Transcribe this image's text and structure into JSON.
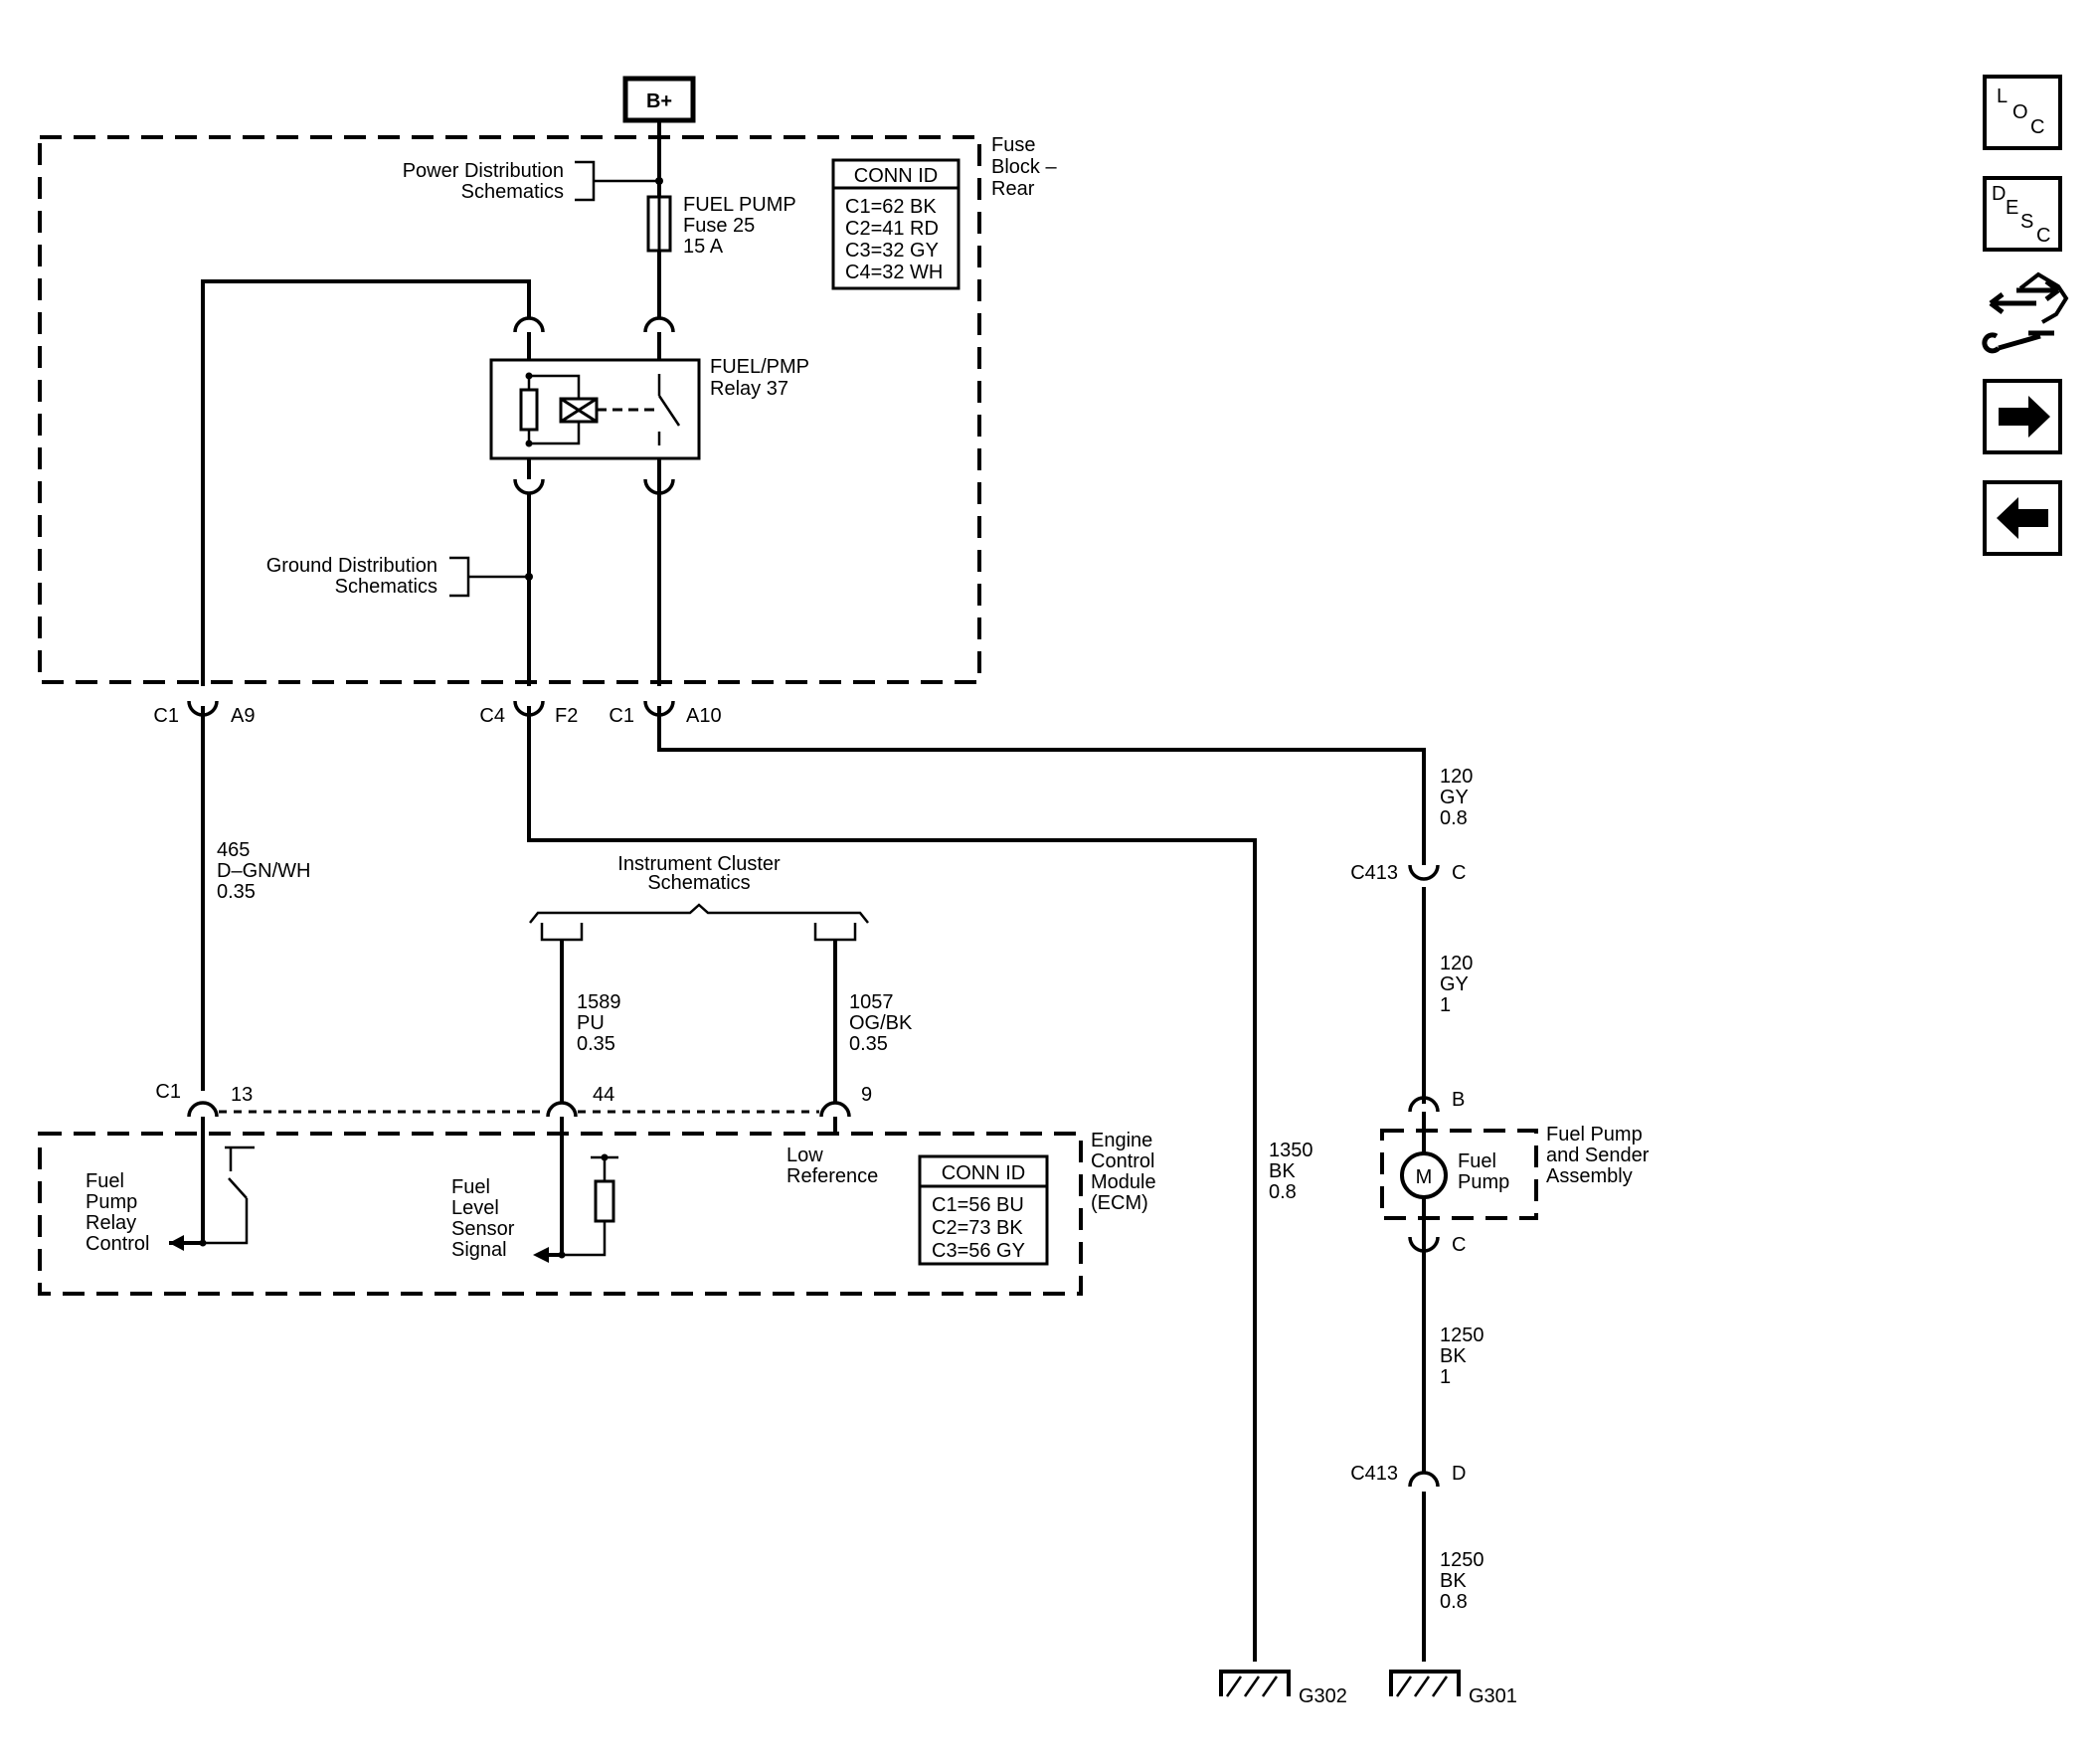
{
  "supply": {
    "bplus": "B+"
  },
  "fuse_block": {
    "title_lines": [
      "Fuse",
      "Block –",
      "Rear"
    ],
    "power_dist_lines": [
      "Power Distribution",
      "Schematics"
    ],
    "ground_dist_lines": [
      "Ground Distribution",
      "Schematics"
    ],
    "fuse_lines": [
      "FUEL PUMP",
      "Fuse 25",
      "15 A"
    ],
    "relay_lines": [
      "FUEL/PMP",
      "Relay 37"
    ],
    "conn_header": "CONN ID",
    "conn_rows": [
      "C1=62 BK",
      "C2=41 RD",
      "C3=32 GY",
      "C4=32 WH"
    ]
  },
  "connectors": {
    "a9_conn": "C1",
    "a9_pin": "A9",
    "f2_conn": "C4",
    "f2_pin": "F2",
    "a10_conn": "C1",
    "a10_pin": "A10",
    "c413_top": "C413",
    "c413_top_pin": "C",
    "pump_b": "B",
    "pump_c": "C",
    "c413_bot": "C413",
    "c413_bot_pin": "D",
    "ecm_c1": "C1",
    "ecm_pin13": "13",
    "ecm_pin44": "44",
    "ecm_pin9": "9"
  },
  "wires": {
    "w465": [
      "465",
      "D–GN/WH",
      "0.35"
    ],
    "w1589": [
      "1589",
      "PU",
      "0.35"
    ],
    "w1057": [
      "1057",
      "OG/BK",
      "0.35"
    ],
    "w1350": [
      "1350",
      "BK",
      "0.8"
    ],
    "w120a": [
      "120",
      "GY",
      "0.8"
    ],
    "w120b": [
      "120",
      "GY",
      "1"
    ],
    "w1250a": [
      "1250",
      "BK",
      "1"
    ],
    "w1250b": [
      "1250",
      "BK",
      "0.8"
    ]
  },
  "instrument_cluster_lines": [
    "Instrument Cluster",
    "Schematics"
  ],
  "ecm": {
    "title_lines": [
      "Engine",
      "Control",
      "Module",
      "(ECM)"
    ],
    "relay_ctrl_lines": [
      "Fuel",
      "Pump",
      "Relay",
      "Control"
    ],
    "sensor_lines": [
      "Fuel",
      "Level",
      "Sensor",
      "Signal"
    ],
    "low_ref_lines": [
      "Low",
      "Reference"
    ],
    "conn_header": "CONN ID",
    "conn_rows": [
      "C1=56 BU",
      "C2=73 BK",
      "C3=56 GY"
    ]
  },
  "pump": {
    "motor": "M",
    "label_lines": [
      "Fuel",
      "Pump"
    ],
    "assembly_lines": [
      "Fuel Pump",
      "and Sender",
      "Assembly"
    ]
  },
  "grounds": {
    "g302": "G302",
    "g301": "G301"
  },
  "nav": {
    "loc": [
      "L",
      "O",
      "C"
    ],
    "desc": [
      "D",
      "E",
      "S",
      "C"
    ],
    "connector_icon": "connector-tool-icon",
    "next_icon": "arrow-right-icon",
    "prev_icon": "arrow-left-icon"
  }
}
